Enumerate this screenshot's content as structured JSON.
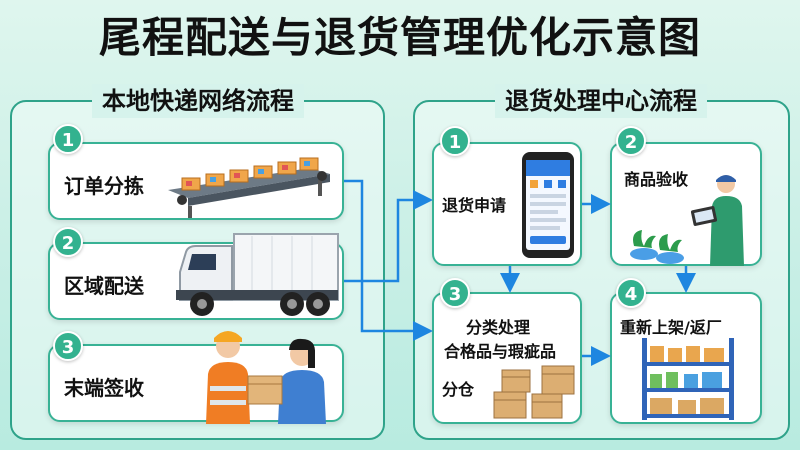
{
  "title": "尾程配送与退货管理优化示意图",
  "left_panel": {
    "title": "本地快递网络流程",
    "steps": [
      {
        "num": "1",
        "label": "订单分拣",
        "icon": "conveyor-belt-icon"
      },
      {
        "num": "2",
        "label": "区域配送",
        "icon": "delivery-truck-icon"
      },
      {
        "num": "3",
        "label": "末端签收",
        "icon": "package-handover-icon"
      }
    ]
  },
  "right_panel": {
    "title": "退货处理中心流程",
    "steps": [
      {
        "num": "1",
        "label": "退货申请",
        "icon": "smartphone-app-icon"
      },
      {
        "num": "2",
        "label": "商品验收",
        "icon": "inspector-tablet-icon"
      },
      {
        "num": "3",
        "label_line1": "分类处理",
        "label_line2": "合格品与瑕疵品",
        "label_line3": "分仓",
        "icon": "boxes-icon"
      },
      {
        "num": "4",
        "label": "重新上架/返厂",
        "icon": "warehouse-shelf-icon"
      }
    ]
  },
  "colors": {
    "accent": "#33b28f",
    "border": "#2fa38a",
    "arrow": "#1e86e0"
  }
}
